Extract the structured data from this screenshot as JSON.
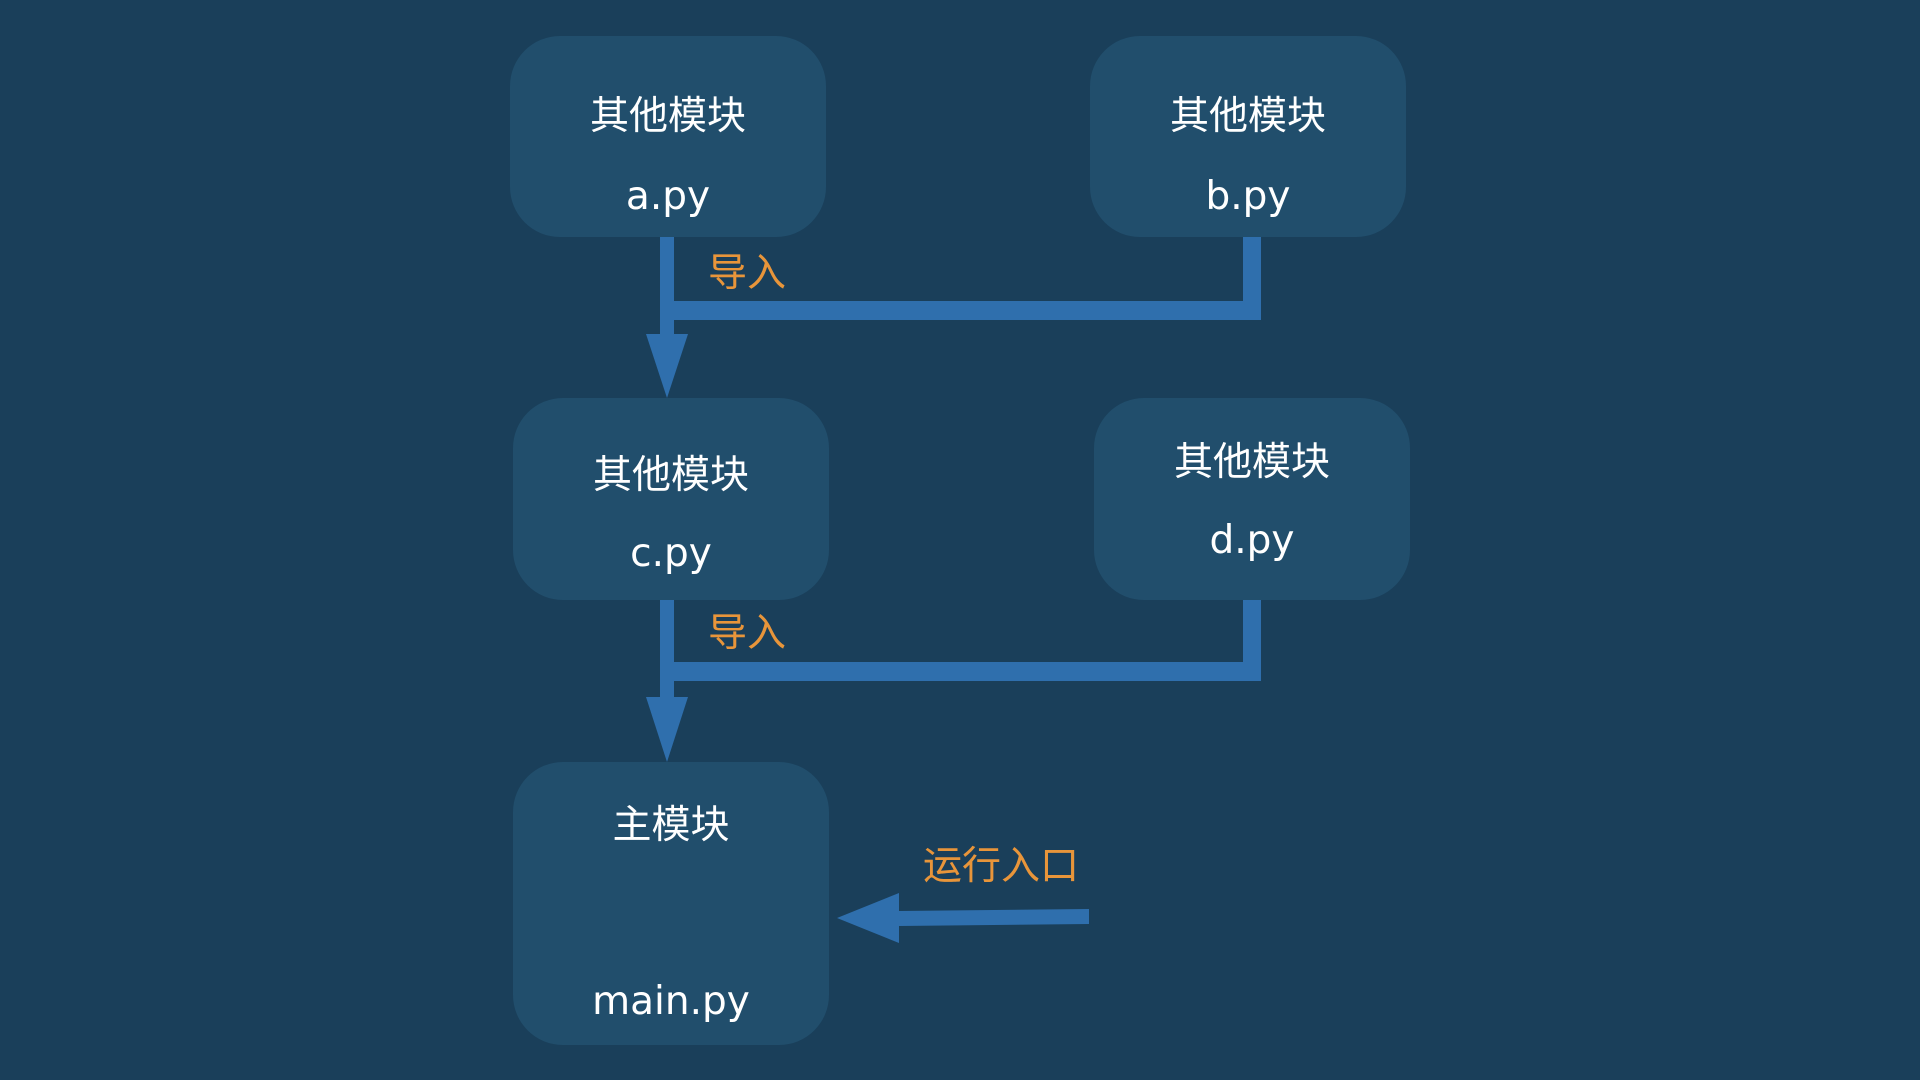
{
  "colors": {
    "background": "#1a3f5a",
    "module_fill": "#214e6c",
    "module_text": "#ffffff",
    "connector": "#2f6fad",
    "edge_label": "#e8953a"
  },
  "modules": {
    "a": {
      "kind": "其他模块",
      "file": "a.py"
    },
    "b": {
      "kind": "其他模块",
      "file": "b.py"
    },
    "c": {
      "kind": "其他模块",
      "file": "c.py"
    },
    "d": {
      "kind": "其他模块",
      "file": "d.py"
    },
    "main": {
      "kind": "主模块",
      "file": "main.py"
    }
  },
  "edges": {
    "import_label_1": "导入",
    "import_label_2": "导入",
    "entry_label": "运行入口"
  }
}
